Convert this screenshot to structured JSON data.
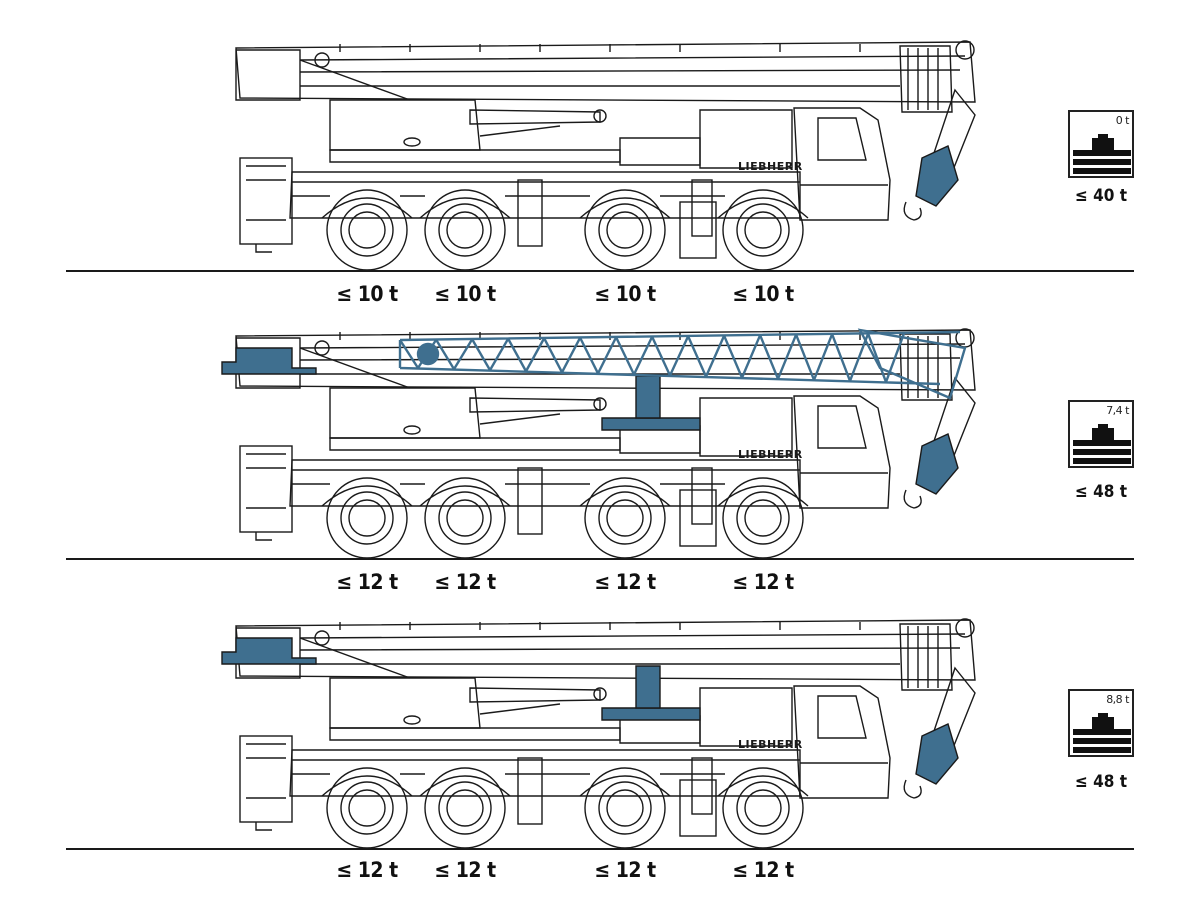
{
  "configurations": [
    {
      "axle_loads": [
        "≤ 10 t",
        "≤ 10 t",
        "≤ 10 t",
        "≤ 10 t"
      ],
      "ballast": "0 t",
      "total_weight": "≤ 40 t",
      "highlight": "none"
    },
    {
      "axle_loads": [
        "≤ 12 t",
        "≤ 12 t",
        "≤ 12 t",
        "≤ 12 t"
      ],
      "ballast": "7,4 t",
      "total_weight": "≤ 48 t",
      "highlight": "jib, ballast, outrigger pads"
    },
    {
      "axle_loads": [
        "≤ 12 t",
        "≤ 12 t",
        "≤ 12 t",
        "≤ 12 t"
      ],
      "ballast": "8,8 t",
      "total_weight": "≤ 48 t",
      "highlight": "ballast, outrigger pads"
    }
  ],
  "brand_text": "LIEBHERR",
  "colors": {
    "highlight": "#3f6f8f",
    "line": "#1a1a1a"
  }
}
